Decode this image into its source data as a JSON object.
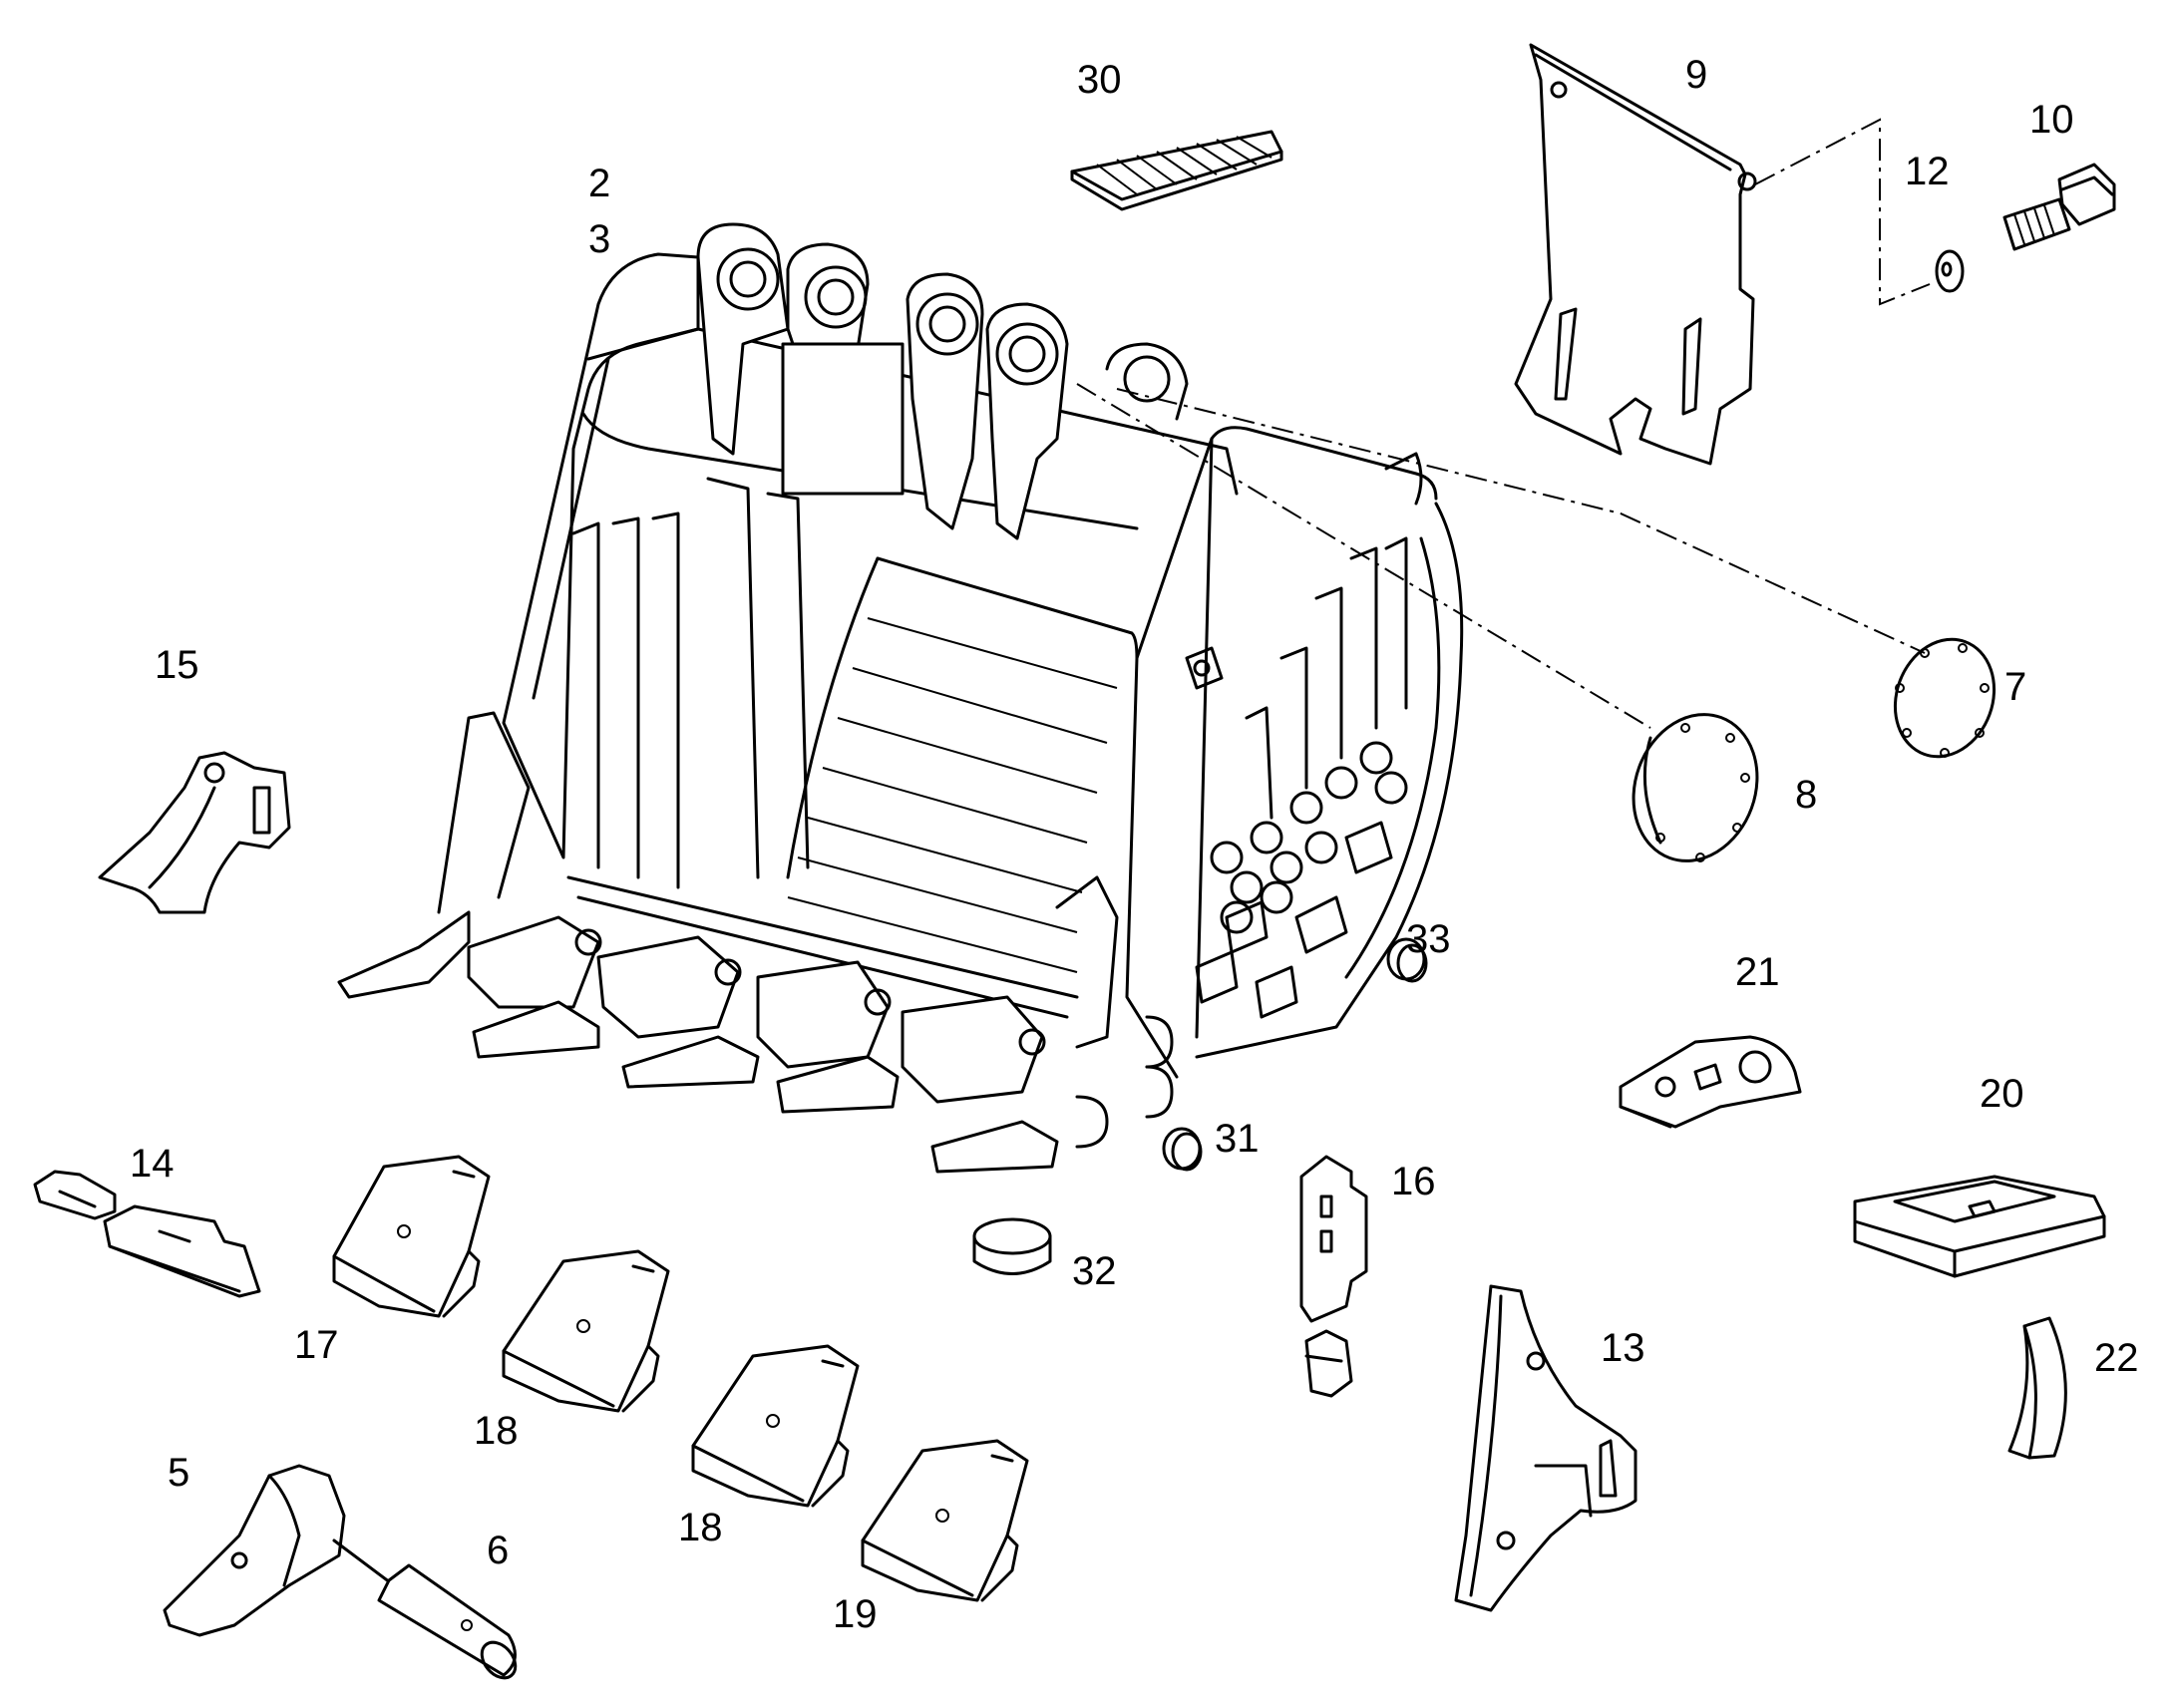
{
  "labels": {
    "l2": "2",
    "l3": "3",
    "l5": "5",
    "l6": "6",
    "l7": "7",
    "l8": "8",
    "l9": "9",
    "l10": "10",
    "l12": "12",
    "l13": "13",
    "l14": "14",
    "l15": "15",
    "l16": "16",
    "l17": "17",
    "l18a": "18",
    "l18b": "18",
    "l19": "19",
    "l20": "20",
    "l21": "21",
    "l22": "22",
    "l30": "30",
    "l31": "31",
    "l32": "32",
    "l33": "33"
  },
  "colors": {
    "line": "#000000",
    "background": "#ffffff"
  }
}
